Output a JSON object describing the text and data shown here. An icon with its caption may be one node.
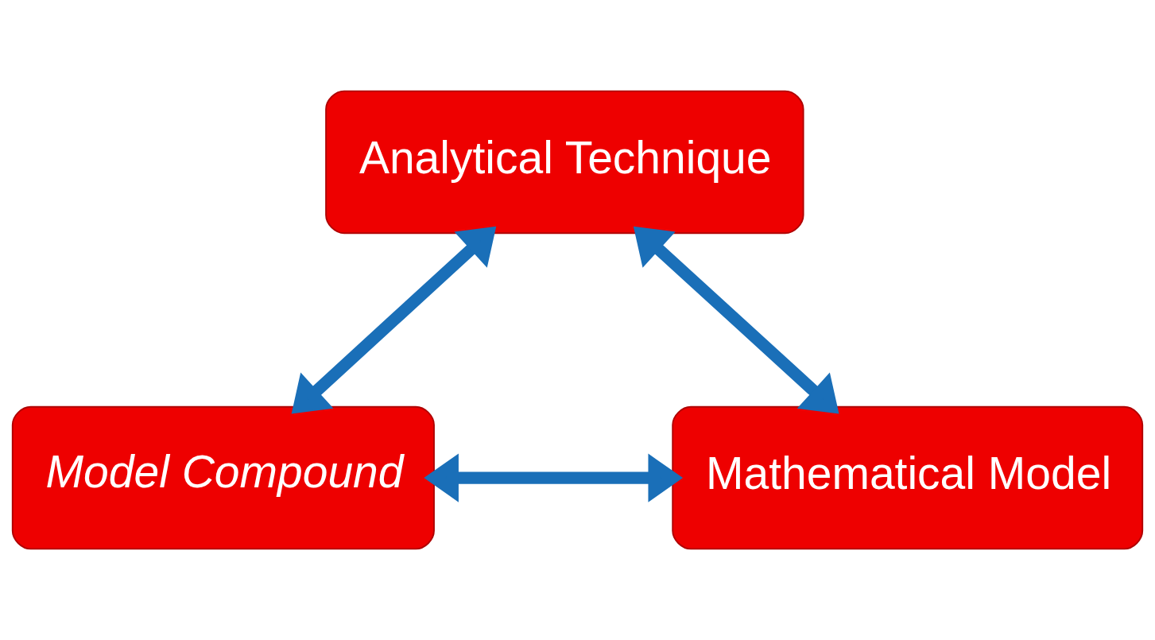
{
  "diagram": {
    "nodes": [
      {
        "text": [
          "Analytical Technique"
        ]
      },
      {
        "text": [
          "Model Compound"
        ]
      },
      {
        "text": [
          "Mathematical Model"
        ]
      }
    ],
    "edges": [
      {
        "from": 0,
        "to": 1,
        "arrow": "both"
      },
      {
        "from": 0,
        "to": 2,
        "arrow": "both"
      },
      {
        "from": 1,
        "to": 2,
        "arrow": "both"
      }
    ]
  }
}
